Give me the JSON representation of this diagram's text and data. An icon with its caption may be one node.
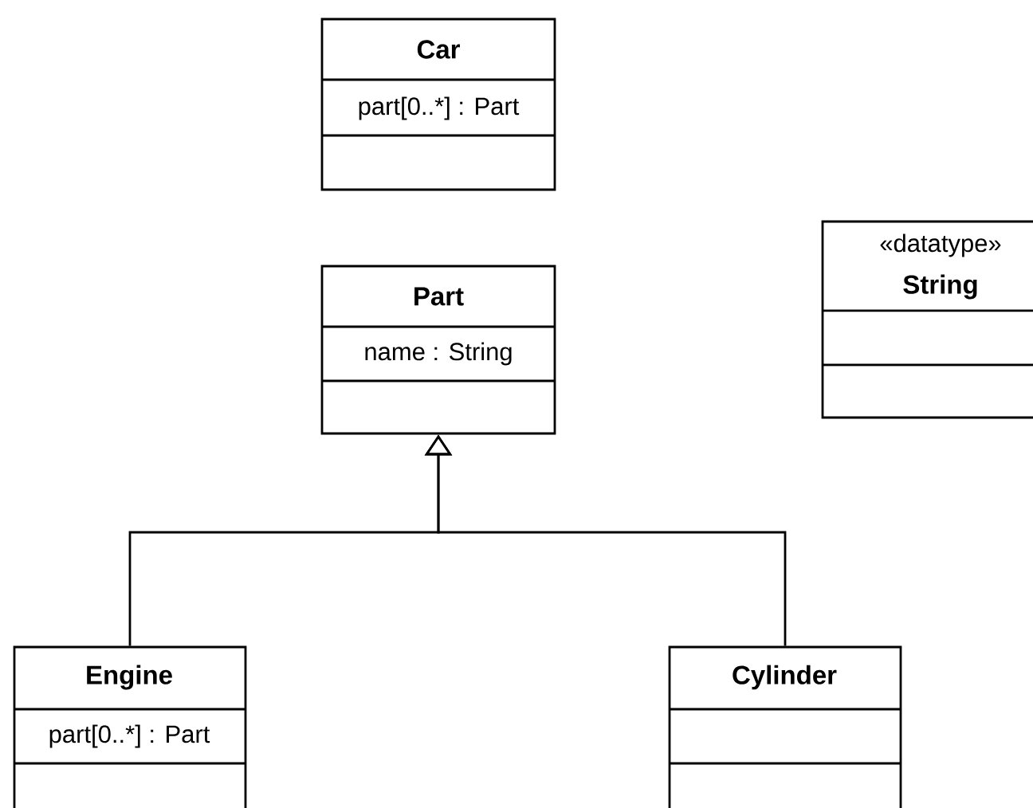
{
  "diagram": {
    "nodes": [
      {
        "text": [
          "Car",
          "part[0..*] : Part"
        ]
      },
      {
        "text": [
          "Part",
          "name : String"
        ]
      },
      {
        "text": [
          "«datatype»",
          "String"
        ]
      },
      {
        "text": [
          "Engine",
          "part[0..*] : Part"
        ]
      },
      {
        "text": [
          "Cylinder"
        ]
      }
    ],
    "edges": [
      {
        "from": 3,
        "to": 1,
        "arrow": "to"
      },
      {
        "from": 4,
        "to": 1,
        "arrow": "to"
      }
    ]
  }
}
